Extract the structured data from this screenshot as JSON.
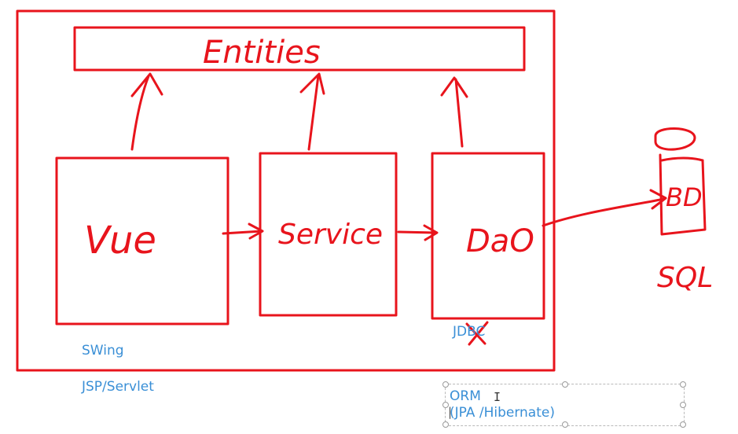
{
  "diagram": {
    "entities_label": "Entities",
    "vue_label": "Vue",
    "service_label": "Service",
    "dao_label": "DaO",
    "db_label": "BD",
    "sql_label": "SQL",
    "stroke_color": "#e8141c"
  },
  "annotations": {
    "swing": "SWing",
    "jsp_servlet": "JSP/Servlet",
    "jdbc": "JDBC",
    "text_color": "#3a8fd6"
  },
  "orm_box": {
    "line1": "ORM",
    "line2": "(JPA /Hibernate)"
  }
}
